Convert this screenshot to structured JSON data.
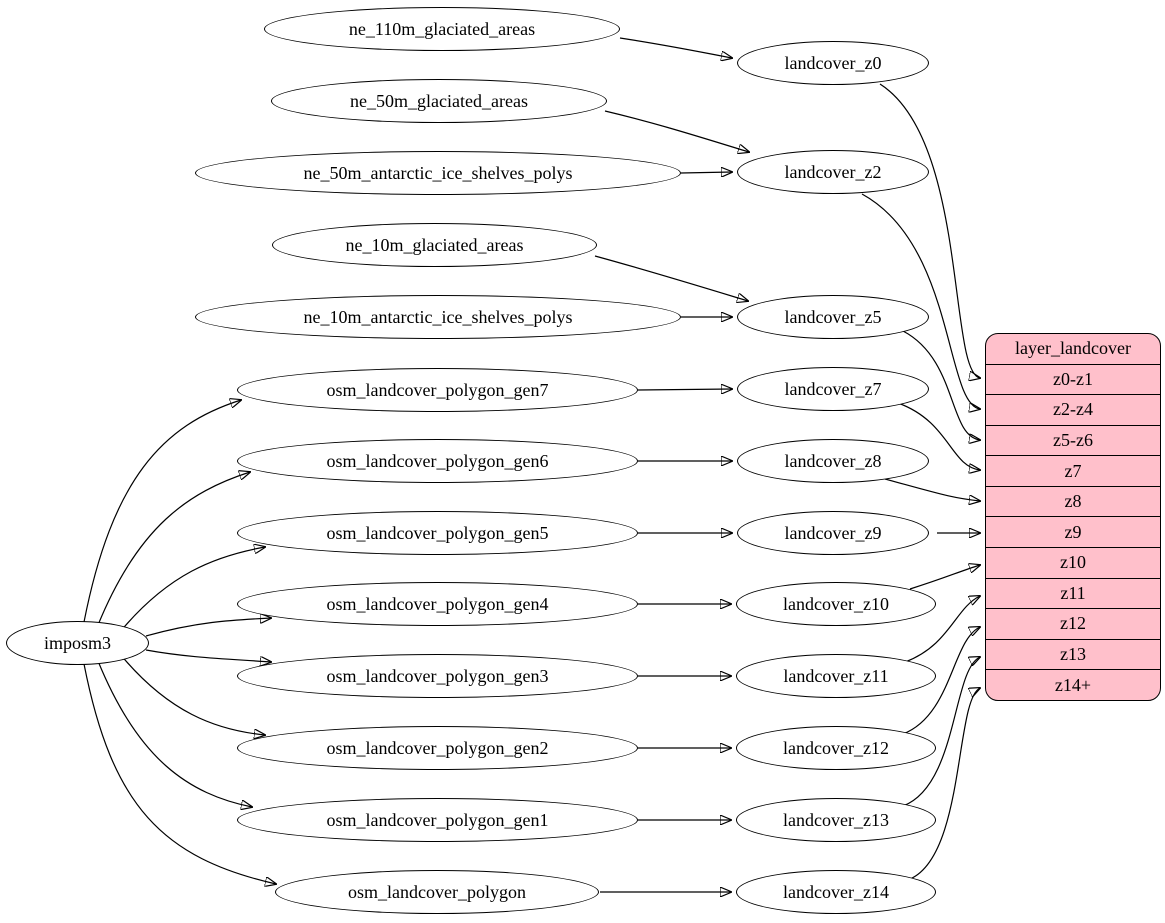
{
  "diagram": {
    "kind": "graphviz-dependency-graph",
    "background_color": "#ffffff",
    "node_fill": "#ffffff",
    "node_stroke": "#000000",
    "edge_color": "#000000",
    "record_fill": "#ffc0cb"
  },
  "nodes": {
    "imposm3": {
      "label": "imposm3"
    },
    "ne_110m_glaciated_areas": {
      "label": "ne_110m_glaciated_areas"
    },
    "ne_50m_glaciated_areas": {
      "label": "ne_50m_glaciated_areas"
    },
    "ne_50m_antarctic_ice_shelves_polys": {
      "label": "ne_50m_antarctic_ice_shelves_polys"
    },
    "ne_10m_glaciated_areas": {
      "label": "ne_10m_glaciated_areas"
    },
    "ne_10m_antarctic_ice_shelves_polys": {
      "label": "ne_10m_antarctic_ice_shelves_polys"
    },
    "osm_landcover_polygon_gen7": {
      "label": "osm_landcover_polygon_gen7"
    },
    "osm_landcover_polygon_gen6": {
      "label": "osm_landcover_polygon_gen6"
    },
    "osm_landcover_polygon_gen5": {
      "label": "osm_landcover_polygon_gen5"
    },
    "osm_landcover_polygon_gen4": {
      "label": "osm_landcover_polygon_gen4"
    },
    "osm_landcover_polygon_gen3": {
      "label": "osm_landcover_polygon_gen3"
    },
    "osm_landcover_polygon_gen2": {
      "label": "osm_landcover_polygon_gen2"
    },
    "osm_landcover_polygon_gen1": {
      "label": "osm_landcover_polygon_gen1"
    },
    "osm_landcover_polygon": {
      "label": "osm_landcover_polygon"
    },
    "landcover_z0": {
      "label": "landcover_z0"
    },
    "landcover_z2": {
      "label": "landcover_z2"
    },
    "landcover_z5": {
      "label": "landcover_z5"
    },
    "landcover_z7": {
      "label": "landcover_z7"
    },
    "landcover_z8": {
      "label": "landcover_z8"
    },
    "landcover_z9": {
      "label": "landcover_z9"
    },
    "landcover_z10": {
      "label": "landcover_z10"
    },
    "landcover_z11": {
      "label": "landcover_z11"
    },
    "landcover_z12": {
      "label": "landcover_z12"
    },
    "landcover_z13": {
      "label": "landcover_z13"
    },
    "landcover_z14": {
      "label": "landcover_z14"
    }
  },
  "table": {
    "title": "layer_landcover",
    "rows": [
      "z0-z1",
      "z2-z4",
      "z5-z6",
      "z7",
      "z8",
      "z9",
      "z10",
      "z11",
      "z12",
      "z13",
      "z14+"
    ]
  },
  "edges": [
    {
      "from": "imposm3",
      "to": "osm_landcover_polygon_gen7"
    },
    {
      "from": "imposm3",
      "to": "osm_landcover_polygon_gen6"
    },
    {
      "from": "imposm3",
      "to": "osm_landcover_polygon_gen5"
    },
    {
      "from": "imposm3",
      "to": "osm_landcover_polygon_gen4"
    },
    {
      "from": "imposm3",
      "to": "osm_landcover_polygon_gen3"
    },
    {
      "from": "imposm3",
      "to": "osm_landcover_polygon_gen2"
    },
    {
      "from": "imposm3",
      "to": "osm_landcover_polygon_gen1"
    },
    {
      "from": "imposm3",
      "to": "osm_landcover_polygon"
    },
    {
      "from": "ne_110m_glaciated_areas",
      "to": "landcover_z0"
    },
    {
      "from": "ne_50m_glaciated_areas",
      "to": "landcover_z2"
    },
    {
      "from": "ne_50m_antarctic_ice_shelves_polys",
      "to": "landcover_z2"
    },
    {
      "from": "ne_10m_glaciated_areas",
      "to": "landcover_z5"
    },
    {
      "from": "ne_10m_antarctic_ice_shelves_polys",
      "to": "landcover_z5"
    },
    {
      "from": "osm_landcover_polygon_gen7",
      "to": "landcover_z7"
    },
    {
      "from": "osm_landcover_polygon_gen6",
      "to": "landcover_z8"
    },
    {
      "from": "osm_landcover_polygon_gen5",
      "to": "landcover_z9"
    },
    {
      "from": "osm_landcover_polygon_gen4",
      "to": "landcover_z10"
    },
    {
      "from": "osm_landcover_polygon_gen3",
      "to": "landcover_z11"
    },
    {
      "from": "osm_landcover_polygon_gen2",
      "to": "landcover_z12"
    },
    {
      "from": "osm_landcover_polygon_gen1",
      "to": "landcover_z13"
    },
    {
      "from": "osm_landcover_polygon",
      "to": "landcover_z14"
    },
    {
      "from": "landcover_z0",
      "to": "layer_landcover",
      "row": "z0-z1"
    },
    {
      "from": "landcover_z2",
      "to": "layer_landcover",
      "row": "z2-z4"
    },
    {
      "from": "landcover_z5",
      "to": "layer_landcover",
      "row": "z5-z6"
    },
    {
      "from": "landcover_z7",
      "to": "layer_landcover",
      "row": "z7"
    },
    {
      "from": "landcover_z8",
      "to": "layer_landcover",
      "row": "z8"
    },
    {
      "from": "landcover_z9",
      "to": "layer_landcover",
      "row": "z9"
    },
    {
      "from": "landcover_z10",
      "to": "layer_landcover",
      "row": "z10"
    },
    {
      "from": "landcover_z11",
      "to": "layer_landcover",
      "row": "z11"
    },
    {
      "from": "landcover_z12",
      "to": "layer_landcover",
      "row": "z12"
    },
    {
      "from": "landcover_z13",
      "to": "layer_landcover",
      "row": "z13"
    },
    {
      "from": "landcover_z14",
      "to": "layer_landcover",
      "row": "z14+"
    }
  ]
}
